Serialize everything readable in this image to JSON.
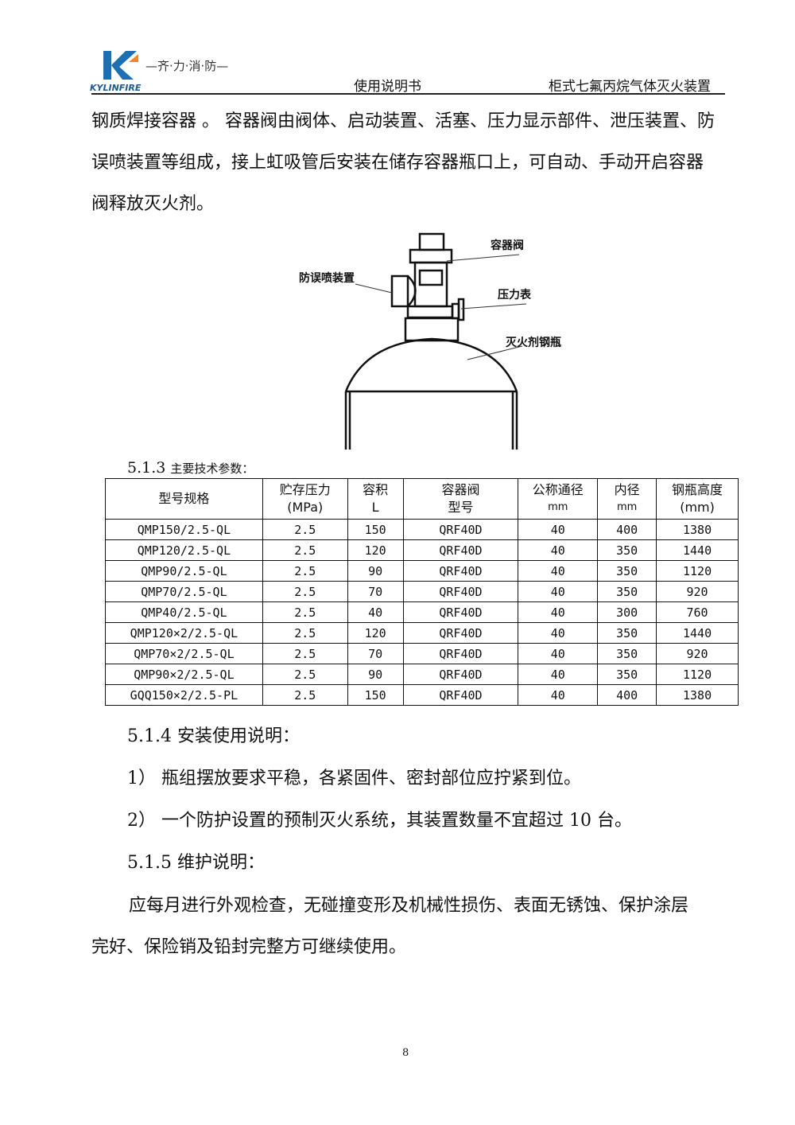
{
  "header": {
    "logo_slogan": "—齐·力·消·防—",
    "logo_text": "KYLINFIRE",
    "doc_type": "使用说明书",
    "product": "柜式七氟丙烷气体灭火装置"
  },
  "intro": {
    "lines": [
      "钢质焊接容器 。 容器阀由阀体、启动装置、活塞、压力显示部件、泄压装置、防",
      "误喷装置等组成，接上虹吸管后安装在储存容器瓶口上，可自动、手动开启容器",
      "阀释放灭火剂。"
    ]
  },
  "figure": {
    "labels": {
      "valve": "容器阀",
      "anti_misfire": "防误喷装置",
      "gauge": "压力表",
      "cylinder": "灭火剂钢瓶"
    }
  },
  "section_513": {
    "number": "5.1.3",
    "title": "主要技术参数："
  },
  "table": {
    "headers": [
      [
        "型号规格",
        ""
      ],
      [
        "贮存压力",
        "(MPa)"
      ],
      [
        "容积",
        "L"
      ],
      [
        "容器阀",
        "型号"
      ],
      [
        "公称通径",
        "mm"
      ],
      [
        "内径",
        "mm"
      ],
      [
        "钢瓶高度",
        "(mm)"
      ]
    ],
    "rows": [
      [
        "QMP150/2.5-QL",
        "2.5",
        "150",
        "QRF40D",
        "40",
        "400",
        "1380"
      ],
      [
        "QMP120/2.5-QL",
        "2.5",
        "120",
        "QRF40D",
        "40",
        "350",
        "1440"
      ],
      [
        "QMP90/2.5-QL",
        "2.5",
        "90",
        "QRF40D",
        "40",
        "350",
        "1120"
      ],
      [
        "QMP70/2.5-QL",
        "2.5",
        "70",
        "QRF40D",
        "40",
        "350",
        "920"
      ],
      [
        "QMP40/2.5-QL",
        "2.5",
        "40",
        "QRF40D",
        "40",
        "300",
        "760"
      ],
      [
        "QMP120×2/2.5-QL",
        "2.5",
        "120",
        "QRF40D",
        "40",
        "350",
        "1440"
      ],
      [
        "QMP70×2/2.5-QL",
        "2.5",
        "70",
        "QRF40D",
        "40",
        "350",
        "920"
      ],
      [
        "QMP90×2/2.5-QL",
        "2.5",
        "90",
        "QRF40D",
        "40",
        "350",
        "1120"
      ],
      [
        "GQQ150×2/2.5-PL",
        "2.5",
        "150",
        "QRF40D",
        "40",
        "400",
        "1380"
      ]
    ]
  },
  "section_514": {
    "title": "5.1.4 安装使用说明：",
    "items": [
      "1） 瓶组摆放要求平稳，各紧固件、密封部位应拧紧到位。",
      "2） 一个防护设置的预制灭火系统，其装置数量不宜超过 10 台。"
    ]
  },
  "section_515": {
    "title": "5.1.5 维护说明：",
    "lines": [
      "应每月进行外观检查，无碰撞变形及机械性损伤、表面无锈蚀、保护涂层",
      "完好、保险销及铅封完整方可继续使用。"
    ]
  },
  "footer": {
    "page_number": "8"
  },
  "colors": {
    "logo_blue": "#1a6fb5",
    "logo_orange": "#e8892a"
  }
}
